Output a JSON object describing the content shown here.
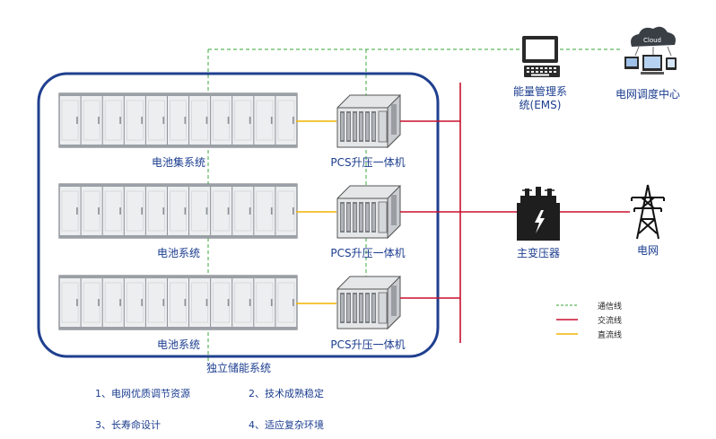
{
  "labels": {
    "battery_cluster_top": "电池集系统",
    "battery_cluster_mid": "电池系统",
    "battery_cluster_bot": "电池系统",
    "pcs_top": "PCS升压一体机",
    "pcs_mid": "PCS升压一体机",
    "pcs_bot": "PCS升压一体机",
    "storage_system": "独立储能系统",
    "ems_line1": "能量管理系",
    "ems_line2": "统(EMS)",
    "dispatch_center": "电网调度中心",
    "cloud": "Cloud",
    "transformer": "主变压器",
    "grid": "电网"
  },
  "legend": {
    "comm": "通信线",
    "ac": "交流线",
    "dc": "直流线"
  },
  "features": [
    "1、电网优质调节资源",
    "2、技术成熟稳定",
    "3、长寿命设计",
    "4、适应复杂环境"
  ],
  "colors": {
    "comm_line": "#5cb85c",
    "ac_line": "#c8102e",
    "dc_line": "#f0b400",
    "frame": "#1f3f8f",
    "text": "#1b3d8f"
  }
}
